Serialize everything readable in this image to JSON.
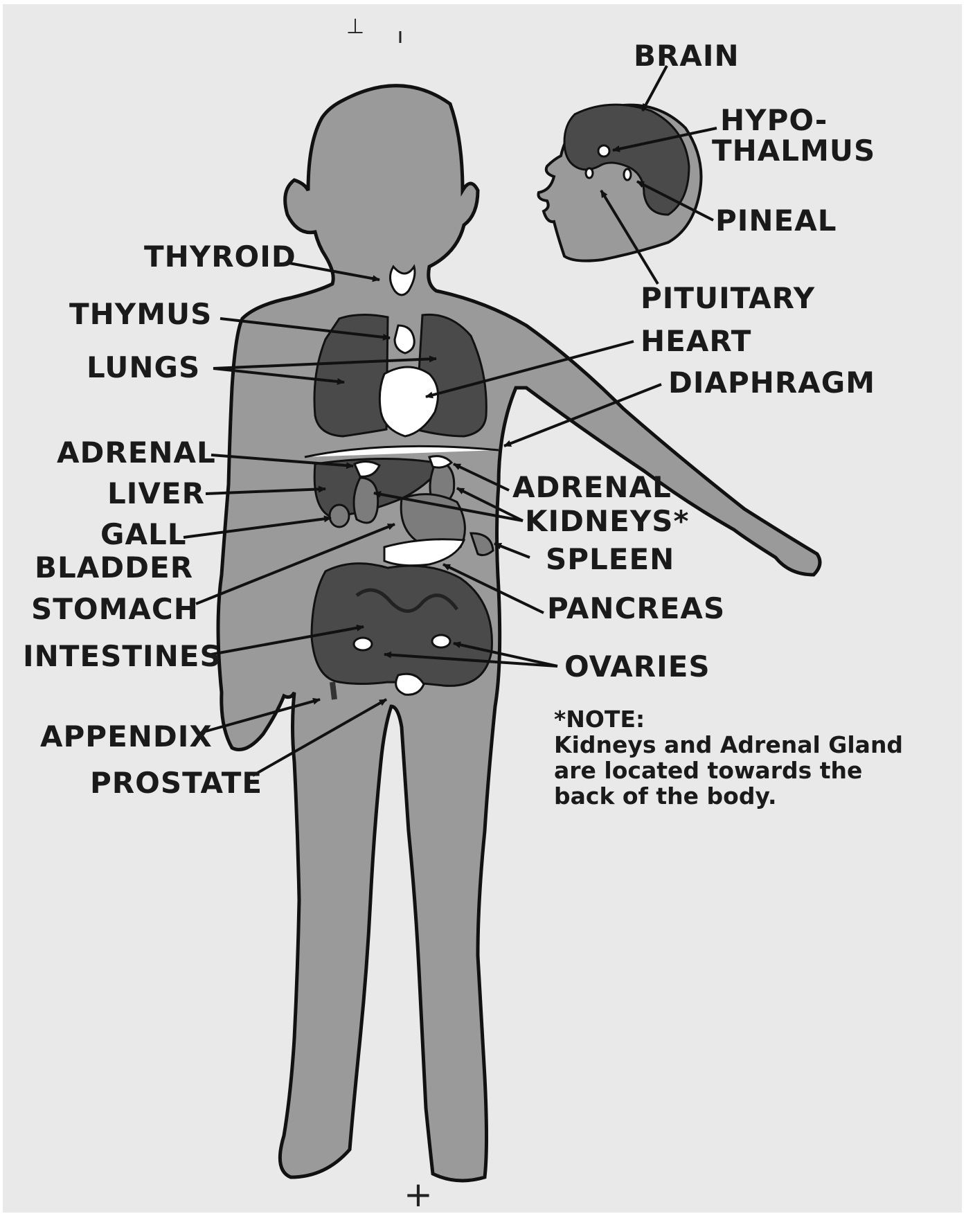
{
  "labels": {
    "brain": "BRAIN",
    "hypo_1": "HYPO-",
    "hypo_2": "THALMUS",
    "pineal": "PINEAL",
    "pituitary": "PITUITARY",
    "thyroid": "THYROID",
    "thymus": "THYMUS",
    "lungs": "LUNGS",
    "heart": "HEART",
    "diaphragm": "DIAPHRAGM",
    "adrenal_left": "ADRENAL",
    "liver": "LIVER",
    "gall": "GALL",
    "bladder": "BLADDER",
    "stomach": "STOMACH",
    "intestines": "INTESTINES",
    "appendix": "APPENDIX",
    "prostate": "PROSTATE",
    "adrenal_right": "ADRENAL",
    "kidneys": "KIDNEYS*",
    "spleen": "SPLEEN",
    "pancreas": "PANCREAS",
    "ovaries": "OVARIES"
  },
  "note": {
    "title": "*NOTE:",
    "line1": "Kidneys and Adrenal Gland",
    "line2": "are located towards the",
    "line3": "back of the body."
  },
  "marks": {
    "top": "⊥",
    "bottom": "+"
  },
  "colors": {
    "paper": "#e9e9e9",
    "body": "#9a9a9a",
    "organ_dark": "#4a4a4a",
    "organ_light": "#ffffff"
  }
}
